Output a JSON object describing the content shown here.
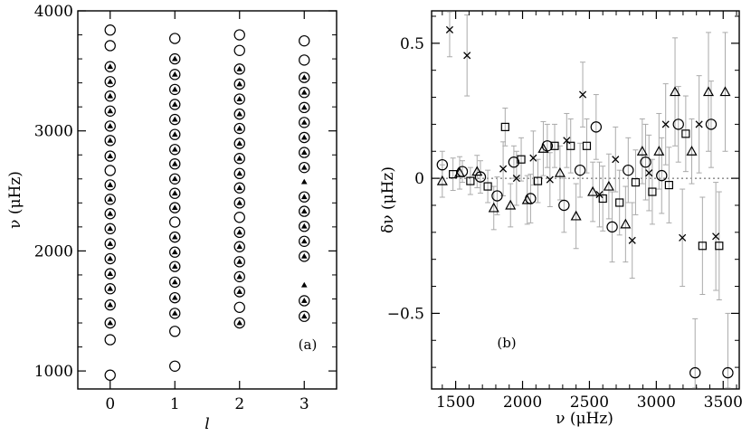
{
  "chart_data": [
    {
      "type": "scatter",
      "panel_label": "(a)",
      "xlabel": "l",
      "ylabel": "ν (μHz)",
      "xlim": [
        -0.5,
        3.5
      ],
      "ylim": [
        850,
        4000
      ],
      "x_ticks": [
        0,
        1,
        2,
        3
      ],
      "x_tick_labels": [
        "0",
        "1",
        "2",
        "3"
      ],
      "y_ticks": [
        1000,
        2000,
        3000,
        4000
      ],
      "y_tick_labels": [
        "1000",
        "2000",
        "3000",
        "4000"
      ],
      "grid": false,
      "series": [
        {
          "marker": "open-circle",
          "points": [
            [
              0,
              965
            ],
            [
              0,
              1260
            ],
            [
              0,
              1400
            ],
            [
              0,
              1550
            ],
            [
              0,
              1685
            ],
            [
              0,
              1810
            ],
            [
              0,
              1935
            ],
            [
              0,
              2060
            ],
            [
              0,
              2185
            ],
            [
              0,
              2310
            ],
            [
              0,
              2430
            ],
            [
              0,
              2550
            ],
            [
              0,
              2670
            ],
            [
              0,
              2790
            ],
            [
              0,
              2920
            ],
            [
              0,
              3040
            ],
            [
              0,
              3165
            ],
            [
              0,
              3290
            ],
            [
              0,
              3410
            ],
            [
              0,
              3535
            ],
            [
              0,
              3710
            ],
            [
              0,
              3840
            ],
            [
              1,
              1040
            ],
            [
              1,
              1330
            ],
            [
              1,
              1480
            ],
            [
              1,
              1610
            ],
            [
              1,
              1740
            ],
            [
              1,
              1870
            ],
            [
              1,
              1990
            ],
            [
              1,
              2115
            ],
            [
              1,
              2240
            ],
            [
              1,
              2360
            ],
            [
              1,
              2480
            ],
            [
              1,
              2600
            ],
            [
              1,
              2725
            ],
            [
              1,
              2845
            ],
            [
              1,
              2970
            ],
            [
              1,
              3095
            ],
            [
              1,
              3220
            ],
            [
              1,
              3345
            ],
            [
              1,
              3470
            ],
            [
              1,
              3600
            ],
            [
              1,
              3770
            ],
            [
              2,
              1400
            ],
            [
              2,
              1530
            ],
            [
              2,
              1660
            ],
            [
              2,
              1785
            ],
            [
              2,
              1910
            ],
            [
              2,
              2035
            ],
            [
              2,
              2155
            ],
            [
              2,
              2280
            ],
            [
              2,
              2400
            ],
            [
              2,
              2525
            ],
            [
              2,
              2645
            ],
            [
              2,
              2770
            ],
            [
              2,
              2895
            ],
            [
              2,
              3020
            ],
            [
              2,
              3140
            ],
            [
              2,
              3265
            ],
            [
              2,
              3390
            ],
            [
              2,
              3515
            ],
            [
              2,
              3670
            ],
            [
              2,
              3800
            ],
            [
              3,
              1455
            ],
            [
              3,
              1585
            ],
            [
              3,
              1955
            ],
            [
              3,
              2080
            ],
            [
              3,
              2205
            ],
            [
              3,
              2330
            ],
            [
              3,
              2450
            ],
            [
              3,
              2695
            ],
            [
              3,
              2820
            ],
            [
              3,
              2945
            ],
            [
              3,
              3070
            ],
            [
              3,
              3195
            ],
            [
              3,
              3320
            ],
            [
              3,
              3445
            ],
            [
              3,
              3590
            ],
            [
              3,
              3750
            ]
          ]
        },
        {
          "marker": "filled-triangle",
          "points": [
            [
              0,
              1400
            ],
            [
              0,
              1550
            ],
            [
              0,
              1685
            ],
            [
              0,
              1810
            ],
            [
              0,
              1935
            ],
            [
              0,
              2060
            ],
            [
              0,
              2185
            ],
            [
              0,
              2310
            ],
            [
              0,
              2430
            ],
            [
              0,
              2550
            ],
            [
              0,
              2790
            ],
            [
              0,
              2920
            ],
            [
              0,
              3040
            ],
            [
              0,
              3165
            ],
            [
              0,
              3290
            ],
            [
              0,
              3410
            ],
            [
              0,
              3535
            ],
            [
              1,
              1480
            ],
            [
              1,
              1610
            ],
            [
              1,
              1740
            ],
            [
              1,
              1870
            ],
            [
              1,
              1990
            ],
            [
              1,
              2115
            ],
            [
              1,
              2360
            ],
            [
              1,
              2480
            ],
            [
              1,
              2600
            ],
            [
              1,
              2725
            ],
            [
              1,
              2845
            ],
            [
              1,
              2970
            ],
            [
              1,
              3095
            ],
            [
              1,
              3220
            ],
            [
              1,
              3345
            ],
            [
              1,
              3470
            ],
            [
              1,
              3600
            ],
            [
              2,
              1400
            ],
            [
              2,
              1660
            ],
            [
              2,
              1785
            ],
            [
              2,
              1910
            ],
            [
              2,
              2035
            ],
            [
              2,
              2155
            ],
            [
              2,
              2400
            ],
            [
              2,
              2525
            ],
            [
              2,
              2645
            ],
            [
              2,
              2770
            ],
            [
              2,
              2895
            ],
            [
              2,
              3020
            ],
            [
              2,
              3140
            ],
            [
              2,
              3265
            ],
            [
              2,
              3390
            ],
            [
              2,
              3515
            ],
            [
              3,
              1455
            ],
            [
              3,
              1585
            ],
            [
              3,
              1715
            ],
            [
              3,
              1955
            ],
            [
              3,
              2080
            ],
            [
              3,
              2205
            ],
            [
              3,
              2330
            ],
            [
              3,
              2450
            ],
            [
              3,
              2575
            ],
            [
              3,
              2695
            ],
            [
              3,
              2820
            ],
            [
              3,
              2945
            ],
            [
              3,
              3070
            ],
            [
              3,
              3195
            ],
            [
              3,
              3320
            ],
            [
              3,
              3445
            ]
          ]
        }
      ]
    },
    {
      "type": "scatter",
      "panel_label": "(b)",
      "xlabel": "ν (μHz)",
      "ylabel": "δν (μHz)",
      "xlim": [
        1320,
        3620
      ],
      "ylim": [
        -0.78,
        0.62
      ],
      "x_ticks": [
        1500,
        2000,
        2500,
        3000,
        3500
      ],
      "x_tick_labels": [
        "1500",
        "2000",
        "2500",
        "3000",
        "3500"
      ],
      "y_ticks": [
        -0.5,
        0,
        0.5
      ],
      "y_tick_labels": [
        "−0.5",
        "0",
        "0.5"
      ],
      "reference_line_y": 0,
      "grid": false,
      "series": [
        {
          "marker": "open-circle",
          "points": [
            [
              1400,
              0.05,
              0.05
            ],
            [
              1550,
              0.025,
              0.04
            ],
            [
              1685,
              0.005,
              0.06
            ],
            [
              1810,
              -0.065,
              0.07
            ],
            [
              1935,
              0.06,
              0.06
            ],
            [
              2060,
              -0.075,
              0.09
            ],
            [
              2185,
              0.12,
              0.08
            ],
            [
              2310,
              -0.1,
              0.1
            ],
            [
              2430,
              0.03,
              0.1
            ],
            [
              2550,
              0.19,
              0.12
            ],
            [
              2670,
              -0.18,
              0.13
            ],
            [
              2790,
              0.03,
              0.12
            ],
            [
              2920,
              0.06,
              0.14
            ],
            [
              3040,
              0.01,
              0.14
            ],
            [
              3165,
              0.2,
              0.14
            ],
            [
              3290,
              -0.72,
              0.2
            ],
            [
              3410,
              0.2,
              0.16
            ],
            [
              3535,
              -0.72,
              0.22
            ]
          ]
        },
        {
          "marker": "open-square",
          "points": [
            [
              1480,
              0.015,
              0.06
            ],
            [
              1610,
              -0.01,
              0.05
            ],
            [
              1740,
              -0.03,
              0.06
            ],
            [
              1870,
              0.19,
              0.07
            ],
            [
              1990,
              0.07,
              0.08
            ],
            [
              2115,
              -0.01,
              0.08
            ],
            [
              2240,
              0.12,
              0.08
            ],
            [
              2360,
              0.12,
              0.1
            ],
            [
              2480,
              0.12,
              0.1
            ],
            [
              2600,
              -0.075,
              0.12
            ],
            [
              2725,
              -0.09,
              0.12
            ],
            [
              2845,
              -0.015,
              0.12
            ],
            [
              2970,
              -0.05,
              0.12
            ],
            [
              3095,
              -0.025,
              0.14
            ],
            [
              3220,
              0.165,
              0.14
            ],
            [
              3345,
              -0.25,
              0.18
            ],
            [
              3470,
              -0.25,
              0.2
            ]
          ]
        },
        {
          "marker": "open-triangle",
          "points": [
            [
              1400,
              -0.01,
              0.06
            ],
            [
              1530,
              0.02,
              0.06
            ],
            [
              1660,
              0.025,
              0.06
            ],
            [
              1785,
              -0.11,
              0.08
            ],
            [
              1910,
              -0.1,
              0.08
            ],
            [
              2035,
              -0.08,
              0.09
            ],
            [
              2155,
              0.11,
              0.1
            ],
            [
              2280,
              0.02,
              0.1
            ],
            [
              2400,
              -0.14,
              0.12
            ],
            [
              2525,
              -0.05,
              0.11
            ],
            [
              2645,
              -0.03,
              0.12
            ],
            [
              2770,
              -0.17,
              0.14
            ],
            [
              2895,
              0.1,
              0.12
            ],
            [
              3020,
              0.1,
              0.14
            ],
            [
              3140,
              0.32,
              0.2
            ],
            [
              3265,
              0.1,
              0.12
            ],
            [
              3390,
              0.32,
              0.22
            ],
            [
              3515,
              0.32,
              0.22
            ]
          ]
        },
        {
          "marker": "cross",
          "points": [
            [
              1455,
              0.55,
              0.1
            ],
            [
              1585,
              0.455,
              0.15
            ],
            [
              1855,
              0.035,
              0.1
            ],
            [
              1955,
              0.0,
              0.1
            ],
            [
              2080,
              0.075,
              0.1
            ],
            [
              2205,
              -0.005,
              0.1
            ],
            [
              2330,
              0.14,
              0.1
            ],
            [
              2450,
              0.31,
              0.12
            ],
            [
              2575,
              -0.06,
              0.12
            ],
            [
              2695,
              0.07,
              0.12
            ],
            [
              2820,
              -0.23,
              0.14
            ],
            [
              2945,
              0.02,
              0.14
            ],
            [
              3070,
              0.2,
              0.15
            ],
            [
              3195,
              -0.22,
              0.18
            ],
            [
              3320,
              0.2,
              0.18
            ],
            [
              3445,
              -0.215,
              0.2
            ]
          ]
        }
      ]
    }
  ]
}
